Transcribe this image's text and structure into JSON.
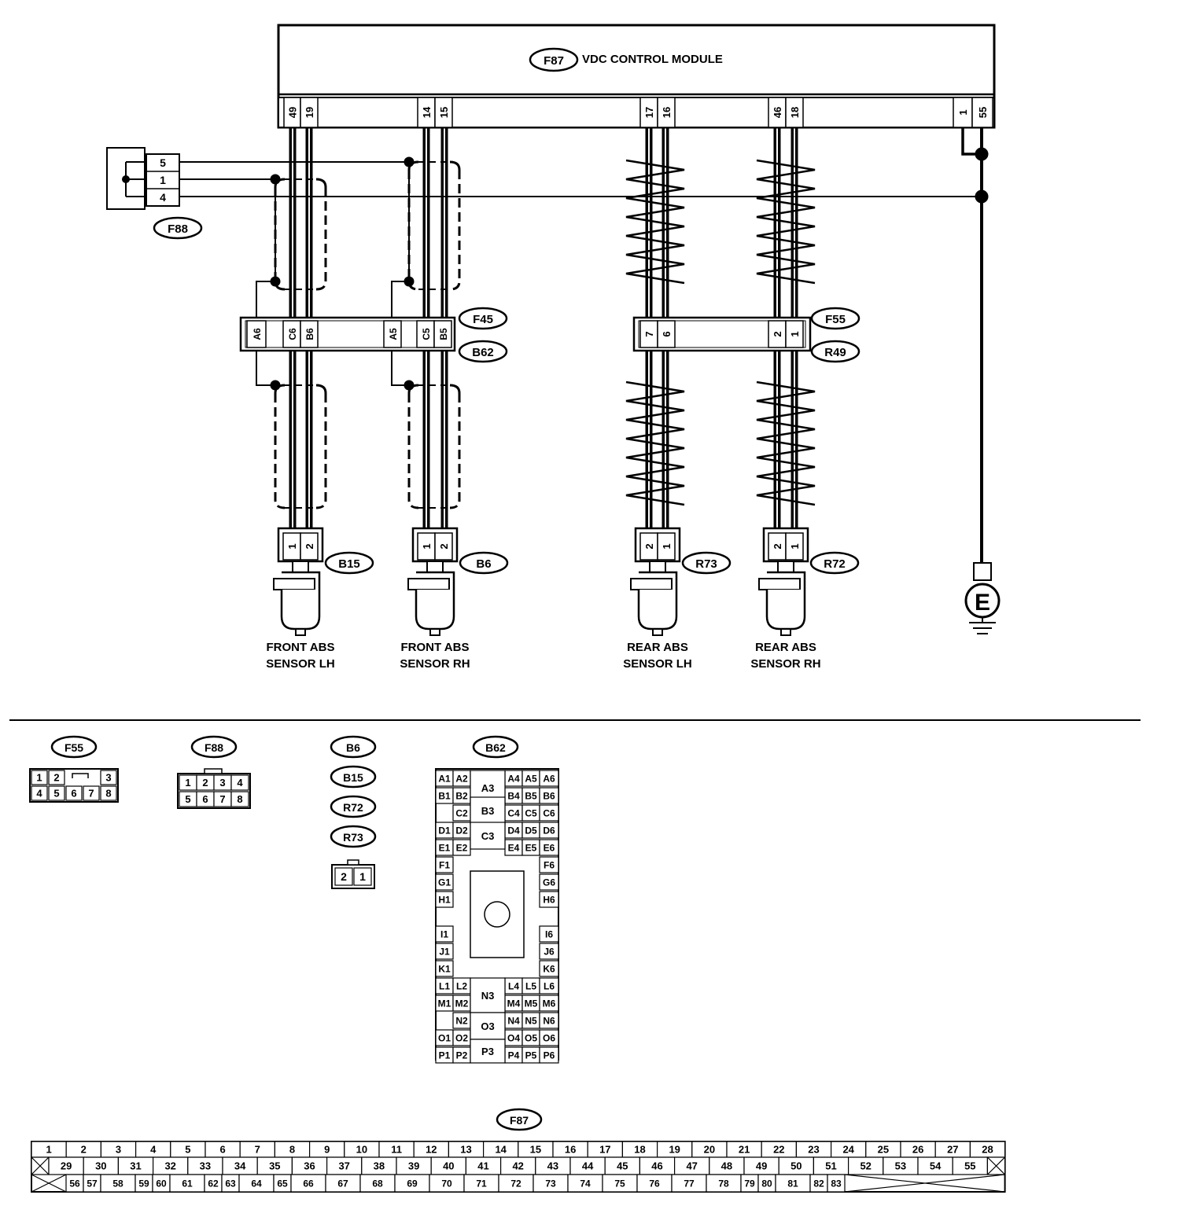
{
  "module": {
    "tag": "F87",
    "title": "VDC CONTROL MODULE"
  },
  "module_pins": [
    "49",
    "19",
    "14",
    "15",
    "17",
    "16",
    "46",
    "18",
    "1",
    "55"
  ],
  "f88_upper": {
    "tag": "F88",
    "pins": [
      "5",
      "1",
      "4"
    ]
  },
  "junction": {
    "tag_top_left": "F45",
    "tag_bottom_left": "B62",
    "tag_top_right": "F55",
    "tag_bottom_right": "R49",
    "left_pins": [
      "A6",
      "C6",
      "B6",
      "A5",
      "C5",
      "B5"
    ],
    "right_pins": [
      "7",
      "6",
      "2",
      "1"
    ]
  },
  "sensors": [
    {
      "tag": "B15",
      "pins": [
        "1",
        "2"
      ],
      "line1": "FRONT ABS",
      "line2": "SENSOR LH"
    },
    {
      "tag": "B6",
      "pins": [
        "1",
        "2"
      ],
      "line1": "FRONT ABS",
      "line2": "SENSOR RH"
    },
    {
      "tag": "R73",
      "pins": [
        "2",
        "1"
      ],
      "line1": "REAR ABS",
      "line2": "SENSOR LH"
    },
    {
      "tag": "R72",
      "pins": [
        "2",
        "1"
      ],
      "line1": "REAR ABS",
      "line2": "SENSOR RH"
    }
  ],
  "ground": {
    "label": "E"
  },
  "f55_face": {
    "tag": "F55",
    "row1": [
      "1",
      "2",
      "3"
    ],
    "row2": [
      "4",
      "5",
      "6",
      "7",
      "8"
    ]
  },
  "f88_face": {
    "tag": "F88",
    "row1": [
      "1",
      "2",
      "3",
      "4"
    ],
    "row2": [
      "5",
      "6",
      "7",
      "8"
    ]
  },
  "sensor_face": {
    "tags": [
      "B6",
      "B15",
      "R72",
      "R73"
    ],
    "pins": [
      "2",
      "1"
    ]
  },
  "b62_face": {
    "tag": "B62",
    "pins": [
      "A1",
      "A2",
      "A3",
      "A4",
      "A5",
      "A6",
      "B1",
      "B2",
      "B3",
      "B4",
      "B5",
      "B6",
      "C2",
      "C3",
      "C4",
      "C5",
      "C6",
      "D1",
      "D2",
      "D4",
      "D5",
      "D6",
      "E1",
      "E2",
      "E4",
      "E5",
      "E6",
      "F1",
      "F6",
      "G1",
      "G6",
      "H1",
      "H6",
      "I1",
      "I6",
      "J1",
      "J6",
      "K1",
      "K6",
      "L1",
      "L2",
      "L4",
      "L5",
      "L6",
      "M1",
      "M2",
      "N3",
      "M4",
      "M5",
      "M6",
      "N2",
      "N4",
      "N5",
      "N6",
      "O1",
      "O2",
      "O3",
      "O4",
      "O5",
      "O6",
      "P1",
      "P2",
      "P3",
      "P4",
      "P5",
      "P6"
    ]
  },
  "f87_face": {
    "tag": "F87",
    "row1": [
      "1",
      "2",
      "3",
      "4",
      "5",
      "6",
      "7",
      "8",
      "9",
      "10",
      "11",
      "12",
      "13",
      "14",
      "15",
      "16",
      "17",
      "18",
      "19",
      "20",
      "21",
      "22",
      "23",
      "24",
      "25",
      "26",
      "27",
      "28"
    ],
    "row2": [
      "29",
      "30",
      "31",
      "32",
      "33",
      "34",
      "35",
      "36",
      "37",
      "38",
      "39",
      "40",
      "41",
      "42",
      "43",
      "44",
      "45",
      "46",
      "47",
      "48",
      "49",
      "50",
      "51",
      "52",
      "53",
      "54",
      "55"
    ],
    "row3": [
      "56",
      "57",
      "58",
      "59",
      "60",
      "61",
      "62",
      "63",
      "64",
      "65",
      "66",
      "67",
      "68",
      "69",
      "70",
      "71",
      "72",
      "73",
      "74",
      "75",
      "76",
      "77",
      "78",
      "79",
      "80",
      "81",
      "82",
      "83"
    ]
  }
}
